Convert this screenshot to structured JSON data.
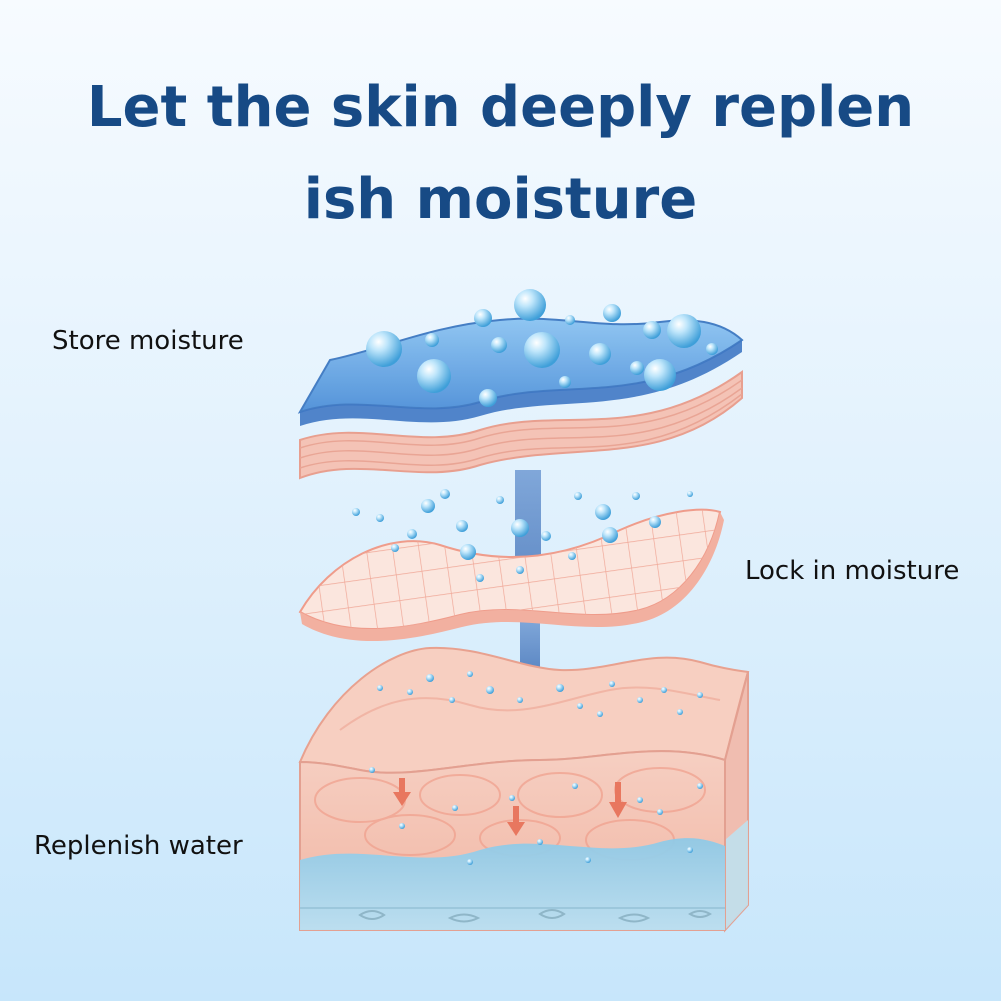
{
  "headline": {
    "line1": "Let the skin deeply replen",
    "line2": "ish moisture"
  },
  "labels": {
    "store": "Store moisture",
    "lock": "Lock in moisture",
    "replenish": "Replenish water"
  },
  "colors": {
    "headline": "#174a85",
    "water_layer": "#5f9fe0",
    "skin_pink": "#f5c2b4",
    "arrow_blue": "#5b87c5",
    "arrow_red": "#e8775f",
    "droplet": "#7ec3ee"
  }
}
